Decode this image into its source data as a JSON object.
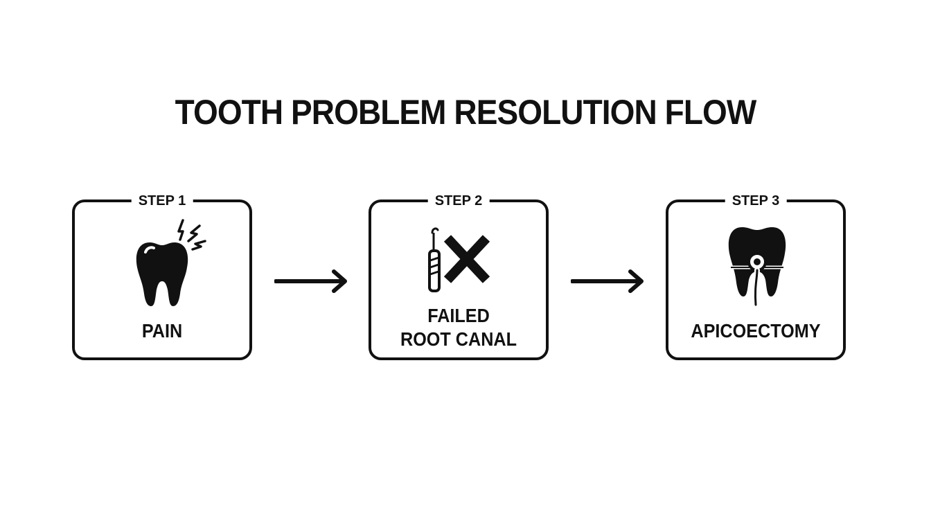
{
  "title": "TOOTH PROBLEM RESOLUTION FLOW",
  "steps": [
    {
      "label": "STEP 1",
      "caption": "PAIN",
      "icon": "tooth-pain-icon"
    },
    {
      "label": "STEP 2",
      "caption_line1": "FAILED",
      "caption_line2": "ROOT CANAL",
      "icon": "failed-root-canal-icon"
    },
    {
      "label": "STEP 3",
      "caption": "APICOECTOMY",
      "icon": "apicoectomy-icon"
    }
  ],
  "colors": {
    "ink": "#111111",
    "background": "#ffffff"
  }
}
